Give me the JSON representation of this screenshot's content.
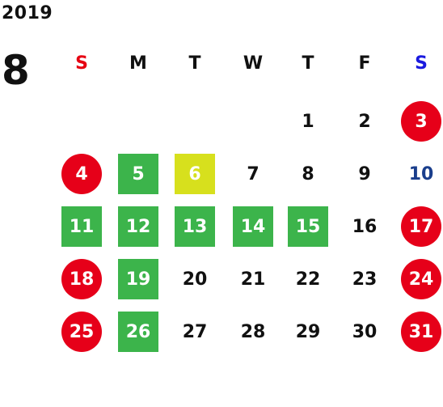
{
  "calendar": {
    "year": "2019",
    "month": "8",
    "weekday_headers": [
      {
        "label": "S",
        "color": "#e60012"
      },
      {
        "label": "M",
        "color": "#111111"
      },
      {
        "label": "T",
        "color": "#111111"
      },
      {
        "label": "W",
        "color": "#111111"
      },
      {
        "label": "T",
        "color": "#111111"
      },
      {
        "label": "F",
        "color": "#111111"
      },
      {
        "label": "S",
        "color": "#1a1adf"
      }
    ],
    "colors": {
      "holiday_red": "#e60019",
      "green": "#3cb44b",
      "yellow": "#d7e01d",
      "saturday_blue": "#1a3e8c",
      "text": "#111111",
      "white_text": "#ffffff"
    },
    "weeks": [
      [
        null,
        null,
        null,
        null,
        {
          "day": "1",
          "style": "plain"
        },
        {
          "day": "2",
          "style": "plain"
        },
        {
          "day": "3",
          "style": "red-circle"
        }
      ],
      [
        {
          "day": "4",
          "style": "red-circle"
        },
        {
          "day": "5",
          "style": "green-square"
        },
        {
          "day": "6",
          "style": "yellow-square"
        },
        {
          "day": "7",
          "style": "plain"
        },
        {
          "day": "8",
          "style": "plain"
        },
        {
          "day": "9",
          "style": "plain"
        },
        {
          "day": "10",
          "style": "blue-text"
        }
      ],
      [
        {
          "day": "11",
          "style": "green-square"
        },
        {
          "day": "12",
          "style": "green-square"
        },
        {
          "day": "13",
          "style": "green-square"
        },
        {
          "day": "14",
          "style": "green-square"
        },
        {
          "day": "15",
          "style": "green-square"
        },
        {
          "day": "16",
          "style": "plain"
        },
        {
          "day": "17",
          "style": "red-circle"
        }
      ],
      [
        {
          "day": "18",
          "style": "red-circle"
        },
        {
          "day": "19",
          "style": "green-square"
        },
        {
          "day": "20",
          "style": "plain"
        },
        {
          "day": "21",
          "style": "plain"
        },
        {
          "day": "22",
          "style": "plain"
        },
        {
          "day": "23",
          "style": "plain"
        },
        {
          "day": "24",
          "style": "red-circle"
        }
      ],
      [
        {
          "day": "25",
          "style": "red-circle"
        },
        {
          "day": "26",
          "style": "green-square"
        },
        {
          "day": "27",
          "style": "plain"
        },
        {
          "day": "28",
          "style": "plain"
        },
        {
          "day": "29",
          "style": "plain"
        },
        {
          "day": "30",
          "style": "plain"
        },
        {
          "day": "31",
          "style": "red-circle"
        }
      ]
    ]
  }
}
